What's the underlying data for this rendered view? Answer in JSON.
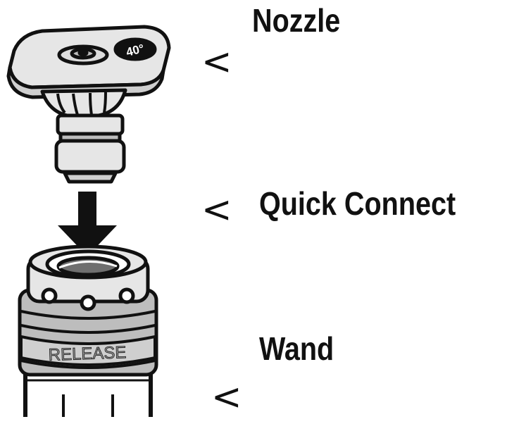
{
  "labels": {
    "nozzle": "Nozzle",
    "quick_connect": "Quick Connect",
    "wand": "Wand"
  },
  "pointer_glyph": "<",
  "nozzle_marking": "40°",
  "collar_marking": "RELEASE",
  "colors": {
    "outline": "#111111",
    "light_gray": "#e6e6e6",
    "mid_gray": "#bdbdbd",
    "dark_gray": "#6f6f6f"
  }
}
